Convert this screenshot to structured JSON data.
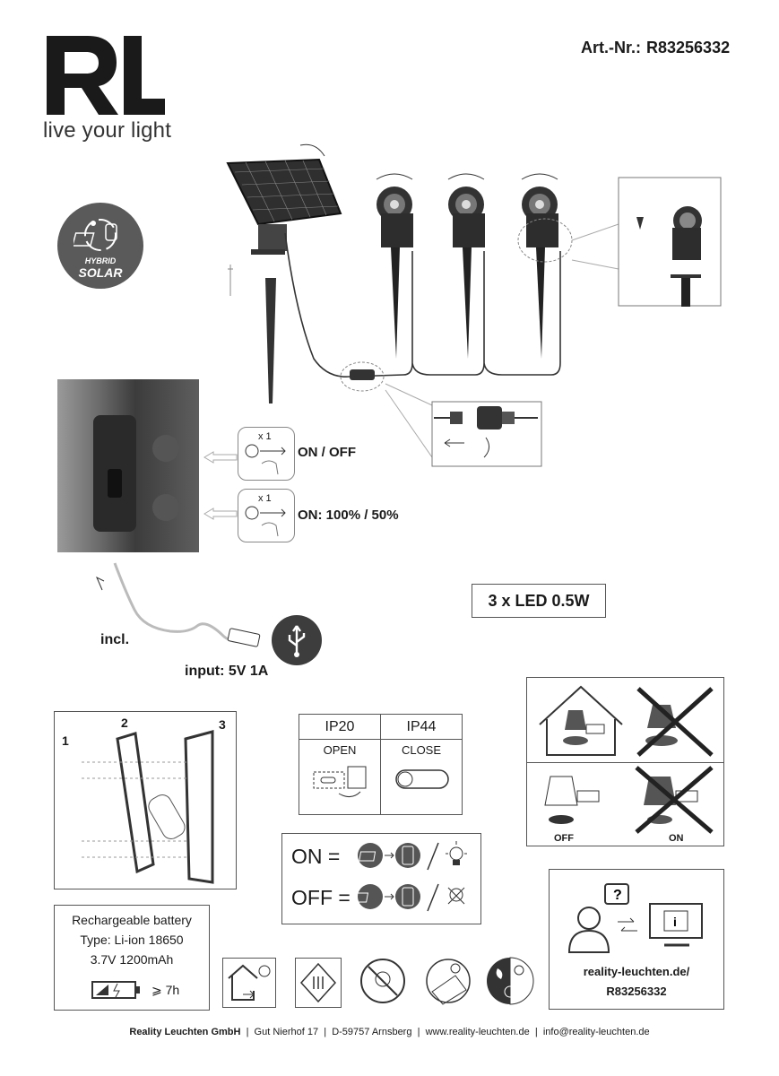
{
  "brand": {
    "logo": "RL",
    "tagline": "live your light"
  },
  "article": {
    "label": "Art.-Nr.:",
    "number": "R83256332"
  },
  "badge": {
    "line1": "HYBRID",
    "line2": "SOLAR"
  },
  "controls": [
    {
      "count": "x 1",
      "label": "ON / OFF"
    },
    {
      "count": "x 1",
      "label": "ON: 100% / 50%"
    }
  ],
  "led": "3 x LED 0.5W",
  "charging": {
    "incl": "incl.",
    "input": "input: 5V 1A"
  },
  "assembly": {
    "steps": [
      "1",
      "2",
      "3"
    ]
  },
  "ip": {
    "left_head": "IP20",
    "left_sub": "OPEN",
    "right_head": "IP44",
    "right_sub": "CLOSE"
  },
  "switch_labels": {
    "off": "OFF",
    "on": "ON"
  },
  "mode": {
    "on": "ON",
    "off": "OFF",
    "equals": "="
  },
  "battery": {
    "title": "Rechargeable battery",
    "type": "Type: Li-ion 18650",
    "spec": "3.7V 1200mAh",
    "runtime": "⩾ 7h"
  },
  "website": {
    "url": "reality-leuchten.de/",
    "code": "R83256332"
  },
  "footer": {
    "company": "Reality Leuchten GmbH",
    "address": "Gut Nierhof 17",
    "city": "D-59757 Arnsberg",
    "web": "www.reality-leuchten.de",
    "email": "info@reality-leuchten.de"
  },
  "colors": {
    "dark": "#3d3d3d",
    "badge": "#5a5a5a",
    "line": "#555555"
  }
}
